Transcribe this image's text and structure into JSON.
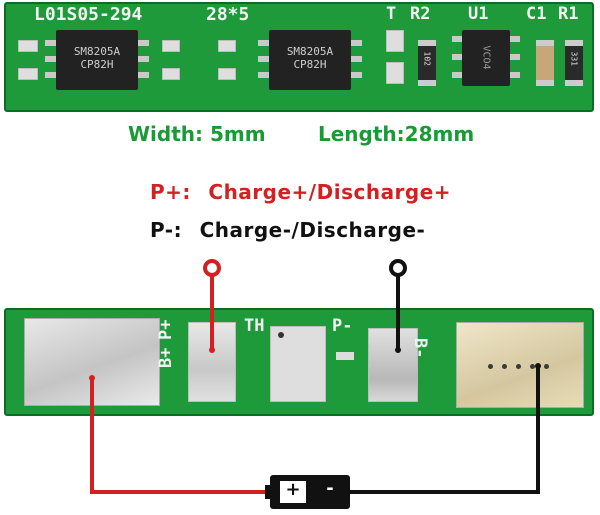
{
  "board_top": {
    "silk_code": "L01S05-294",
    "silk_size": "28*5",
    "labels": {
      "t": "T",
      "r2": "R2",
      "u1": "U1",
      "c1": "C1",
      "r1": "R1"
    },
    "chip1": {
      "line1": "SM8205A",
      "line2": "CP82H"
    },
    "chip2": {
      "line1": "SM8205A",
      "line2": "CP82H"
    },
    "u1_marking": "VCO4",
    "resistor_a": "102",
    "resistor_b": "331"
  },
  "dimensions": {
    "width_text": "Width: 5mm",
    "length_text": "Length:28mm"
  },
  "legend": {
    "p_plus_key": "P+:",
    "p_plus_value": "Charge+/Discharge+",
    "p_minus_key": "P-:",
    "p_minus_value": "Charge-/Discharge-"
  },
  "board_bottom": {
    "labels": {
      "b_plus": "B+",
      "p_plus": "P+",
      "th": "TH",
      "p_minus": "P-",
      "b_minus": "B-"
    }
  },
  "battery": {
    "plus": "+",
    "minus": "-"
  },
  "colors": {
    "positive": "#d42020",
    "negative": "#111111",
    "pcb": "#1f9a3a",
    "dimension_text": "#1a9a35"
  }
}
